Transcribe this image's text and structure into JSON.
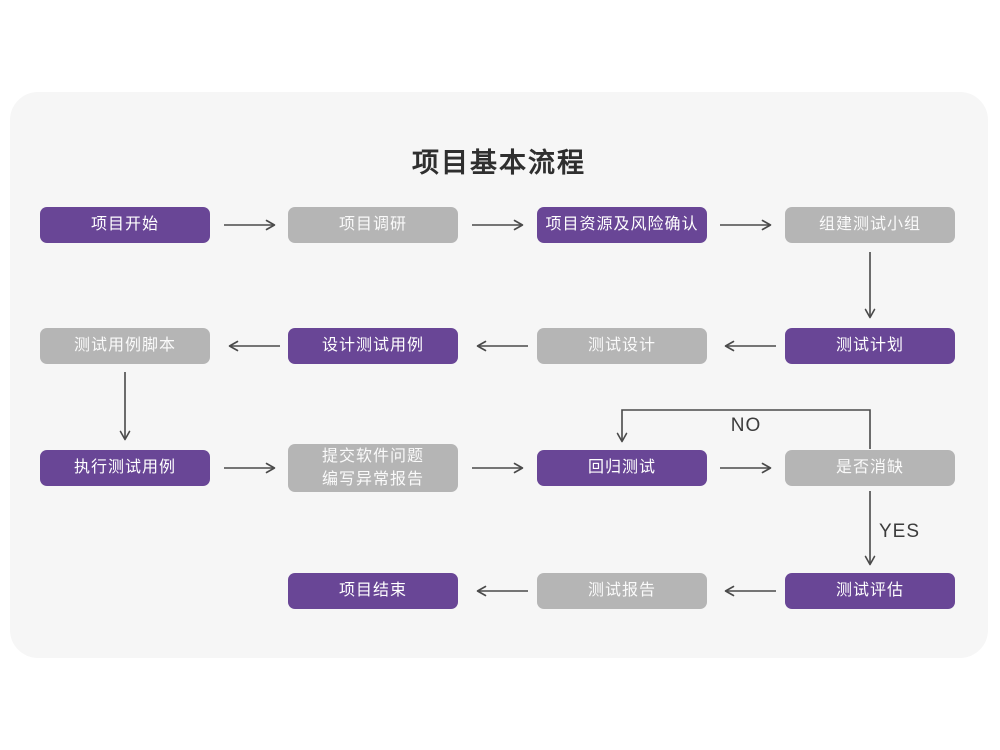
{
  "title": "项目基本流程",
  "colors": {
    "page_background": "#ffffff",
    "card_background": "#f6f6f6",
    "primary_node": "#694696",
    "secondary_node": "#b5b5b5",
    "arrow": "#4a4a4a",
    "title_text": "#2f2f2f"
  },
  "nodes": [
    {
      "id": "project-start",
      "label": "项目开始",
      "style": "primary"
    },
    {
      "id": "project-research",
      "label": "项目调研",
      "style": "secondary"
    },
    {
      "id": "resource-risk-confirm",
      "label": "项目资源及风险确认",
      "style": "primary"
    },
    {
      "id": "build-test-team",
      "label": "组建测试小组",
      "style": "secondary"
    },
    {
      "id": "test-case-script",
      "label": "测试用例脚本",
      "style": "secondary"
    },
    {
      "id": "design-test-case",
      "label": "设计测试用例",
      "style": "primary"
    },
    {
      "id": "test-design",
      "label": "测试设计",
      "style": "secondary"
    },
    {
      "id": "test-plan",
      "label": "测试计划",
      "style": "primary"
    },
    {
      "id": "execute-test-case",
      "label": "执行测试用例",
      "style": "primary"
    },
    {
      "id": "submit-issue-report",
      "label": "提交软件问题\n编写异常报告",
      "style": "secondary"
    },
    {
      "id": "regression-test",
      "label": "回归测试",
      "style": "primary"
    },
    {
      "id": "defect-cleared",
      "label": "是否消缺",
      "style": "secondary"
    },
    {
      "id": "project-end",
      "label": "项目结束",
      "style": "primary"
    },
    {
      "id": "test-report",
      "label": "测试报告",
      "style": "secondary"
    },
    {
      "id": "test-evaluation",
      "label": "测试评估",
      "style": "primary"
    }
  ],
  "edge_labels": {
    "no": "NO",
    "yes": "YES"
  },
  "edges": [
    {
      "from": "project-start",
      "to": "project-research"
    },
    {
      "from": "project-research",
      "to": "resource-risk-confirm"
    },
    {
      "from": "resource-risk-confirm",
      "to": "build-test-team"
    },
    {
      "from": "build-test-team",
      "to": "test-plan"
    },
    {
      "from": "test-plan",
      "to": "test-design"
    },
    {
      "from": "test-design",
      "to": "design-test-case"
    },
    {
      "from": "design-test-case",
      "to": "test-case-script"
    },
    {
      "from": "test-case-script",
      "to": "execute-test-case"
    },
    {
      "from": "execute-test-case",
      "to": "submit-issue-report"
    },
    {
      "from": "submit-issue-report",
      "to": "regression-test"
    },
    {
      "from": "regression-test",
      "to": "defect-cleared"
    },
    {
      "from": "defect-cleared",
      "to": "regression-test",
      "label": "NO"
    },
    {
      "from": "defect-cleared",
      "to": "test-evaluation",
      "label": "YES"
    },
    {
      "from": "test-evaluation",
      "to": "test-report"
    },
    {
      "from": "test-report",
      "to": "project-end"
    }
  ]
}
